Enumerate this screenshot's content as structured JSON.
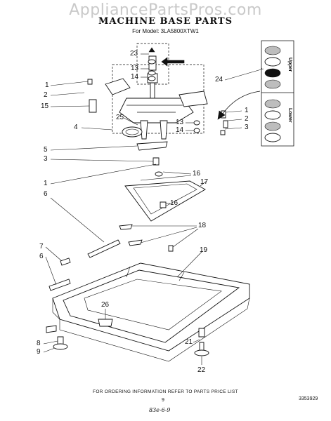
{
  "watermark": "AppliancePartsPros.com",
  "title": "MACHINE BASE PARTS",
  "model_line": "For Model: 3LA5800XTW1",
  "callouts": {
    "c23": "23",
    "c13a": "13",
    "c14a": "14",
    "c24": "24",
    "c1a": "1",
    "c2a": "2",
    "c15": "15",
    "c25": "25",
    "c4": "4",
    "c13b": "13",
    "c14b": "14",
    "c1b": "1",
    "c2b": "2",
    "c3b": "3",
    "c5": "5",
    "c3a": "3",
    "c1c": "1",
    "c16a": "16",
    "c17": "17",
    "c16b": "16",
    "c6a": "6",
    "c18": "18",
    "c7": "7",
    "c6b": "6",
    "c19": "19",
    "c26": "26",
    "c8": "8",
    "c9": "9",
    "c21": "21",
    "c22": "22"
  },
  "inset_labels": {
    "upper": "Upper",
    "lower": "Lower"
  },
  "footer": "FOR ORDERING INFORMATION REFER TO PARTS PRICE LIST",
  "page_number": "9",
  "doc_ref": "3353929",
  "handwritten": "83e-6-9"
}
